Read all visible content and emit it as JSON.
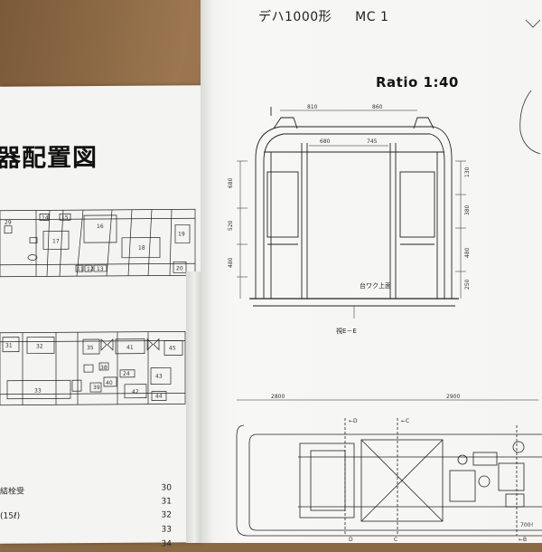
{
  "left_page": {
    "heading": "器配置図",
    "top_diagram_labels": [
      "29",
      "14",
      "15",
      "16",
      "17",
      "18",
      "19",
      "20",
      "11",
      "12",
      "13"
    ],
    "bottom_diagram_labels": [
      "31",
      "32",
      "35",
      "41",
      "45",
      "33",
      "38",
      "39",
      "40",
      "42",
      "43",
      "44",
      "24"
    ],
    "list_items": [
      {
        "label": "結栓受",
        "number": "30"
      },
      {
        "label": "",
        "number": "31"
      },
      {
        "label": "(15ℓ)",
        "number": "32"
      },
      {
        "label": "",
        "number": "33"
      },
      {
        "label": "",
        "number": "34"
      }
    ]
  },
  "right_page": {
    "title": "デハ1000形",
    "model": "MC 1",
    "ratio": "Ratio 1:40",
    "section_dims": [
      "810",
      "860",
      "680",
      "745"
    ],
    "side_dims_left": [
      "680",
      "520",
      "480"
    ],
    "side_dims_right": [
      "130",
      "380",
      "480",
      "250"
    ],
    "floor_label": "台ワク上面",
    "section_label": "視E－E",
    "plan_dims": [
      "2800",
      "2900"
    ],
    "plan_markers": [
      "←D",
      "←C",
      "D",
      "C",
      "←B"
    ],
    "plan_note": "700ｲ"
  }
}
